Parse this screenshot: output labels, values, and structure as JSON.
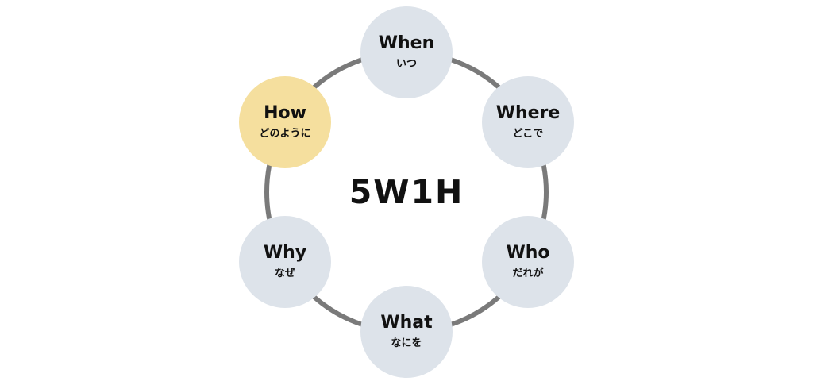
{
  "center": {
    "title": "5W1H"
  },
  "colors": {
    "ring": "#7a7a7a",
    "node_default": "#dde3ea",
    "node_highlight": "#f5df9e"
  },
  "nodes": [
    {
      "label": "When",
      "sub": "いつ",
      "highlight": false
    },
    {
      "label": "Where",
      "sub": "どこで",
      "highlight": false
    },
    {
      "label": "Who",
      "sub": "だれが",
      "highlight": false
    },
    {
      "label": "What",
      "sub": "なにを",
      "highlight": false
    },
    {
      "label": "Why",
      "sub": "なぜ",
      "highlight": false
    },
    {
      "label": "How",
      "sub": "どのように",
      "highlight": true
    }
  ]
}
